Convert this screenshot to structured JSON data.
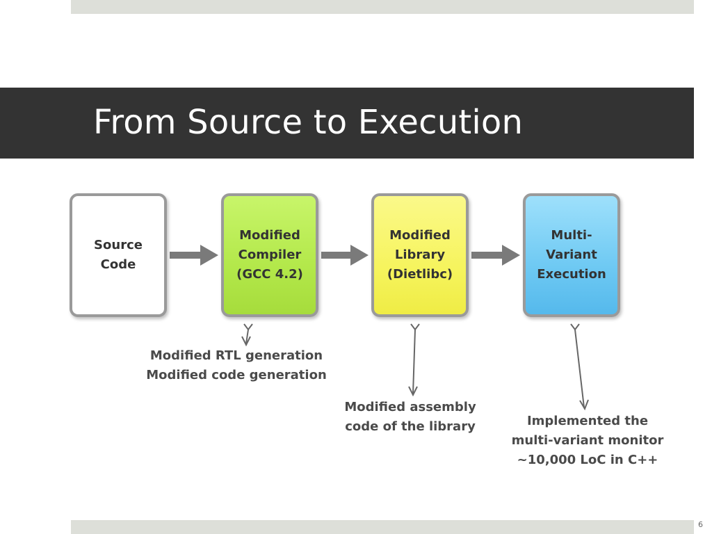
{
  "slide": {
    "title": "From Source to Execution",
    "page_number": "6"
  },
  "diagram": {
    "boxes": [
      {
        "label": "Source\nCode",
        "color": "#ffffff"
      },
      {
        "label": "Modified\nCompiler\n(GCC 4.2)",
        "color": "#b3e84a"
      },
      {
        "label": "Modified\nLibrary\n(Dietlibc)",
        "color": "#f6f45e"
      },
      {
        "label": "Multi-\nVariant\nExecution",
        "color": "#6ec9f3"
      }
    ],
    "notes": [
      {
        "text": "Modified RTL generation\nModified code generation"
      },
      {
        "text": "Modified assembly\ncode of the library"
      },
      {
        "text": "Implemented the\nmulti-variant monitor\n~10,000 LoC in C++"
      }
    ]
  }
}
